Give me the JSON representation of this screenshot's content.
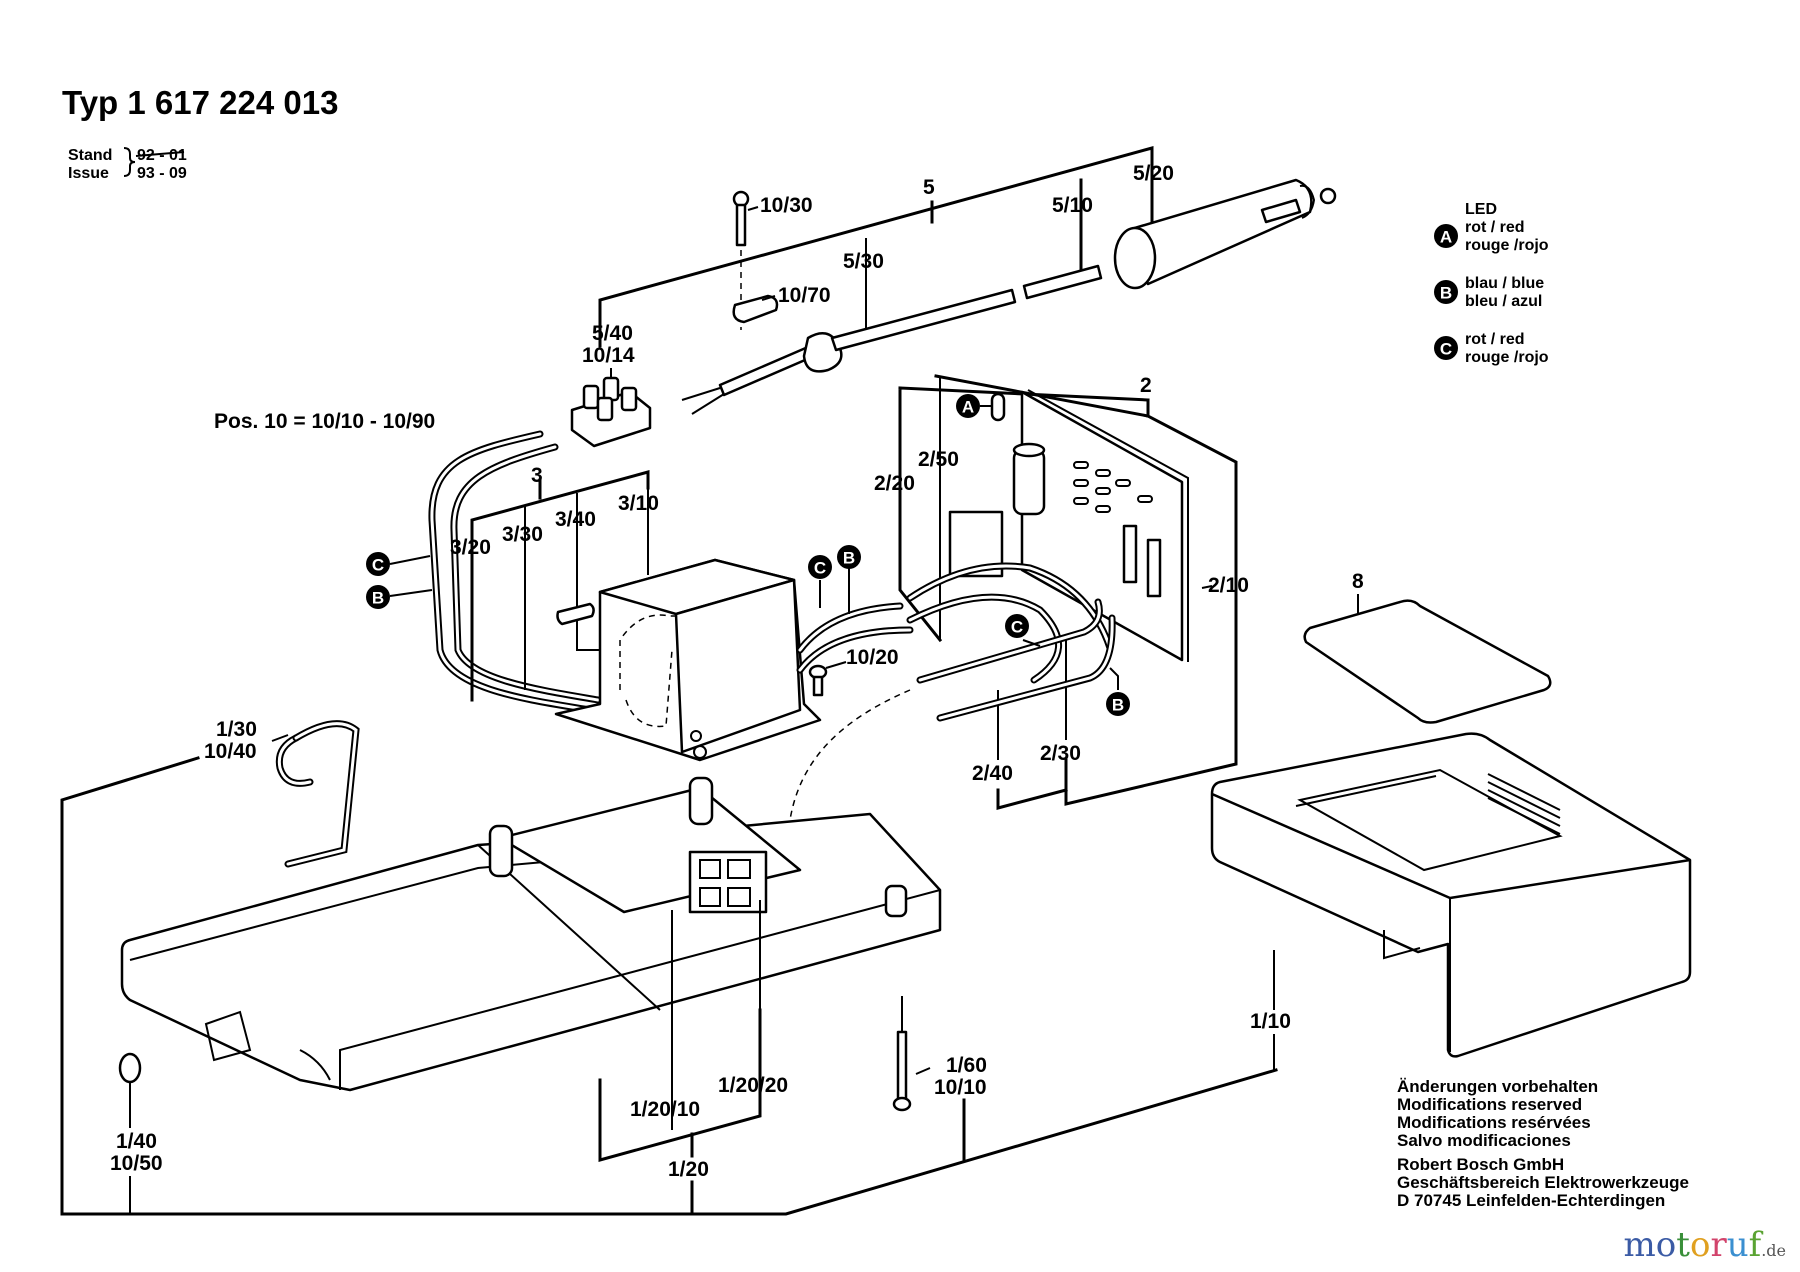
{
  "header": {
    "title": "Typ 1 617 224 013",
    "stand_label": "Stand",
    "issue_label": "Issue",
    "stand_value": "92 - 01",
    "issue_value": "93 - 09"
  },
  "legend": {
    "heading": "LED",
    "items": [
      {
        "marker": "A",
        "line1": "rot / red",
        "line2": "rouge /rojo"
      },
      {
        "marker": "B",
        "line1": "blau / blue",
        "line2": "bleu / azul"
      },
      {
        "marker": "C",
        "line1": "rot / red",
        "line2": "rouge /rojo"
      }
    ]
  },
  "pos_note": "Pos. 10 = 10/10 - 10/90",
  "part_labels": {
    "p5": "5",
    "p5_10": "5/10",
    "p5_20": "5/20",
    "p5_30": "5/30",
    "p5_40": "5/40",
    "p10_14": "10/14",
    "p10_30": "10/30",
    "p10_70": "10/70",
    "p2": "2",
    "p2_10": "2/10",
    "p2_20": "2/20",
    "p2_30": "2/30",
    "p2_40": "2/40",
    "p2_50": "2/50",
    "p3": "3",
    "p3_10": "3/10",
    "p3_20": "3/20",
    "p3_30": "3/30",
    "p3_40": "3/40",
    "p10_20": "10/20",
    "p8": "8",
    "p1_10": "1/10",
    "p1_20": "1/20",
    "p1_20_10": "1/20/10",
    "p1_20_20": "1/20/20",
    "p1_30": "1/30",
    "p10_40": "10/40",
    "p1_40": "1/40",
    "p10_50": "10/50",
    "p1_60": "1/60",
    "p10_10": "10/10"
  },
  "wire_markers": {
    "A": "A",
    "B": "B",
    "C": "C"
  },
  "footer": {
    "notice_lines": [
      "Änderungen vorbehalten",
      "Modifications reserved",
      "Modifications resérvées",
      "Salvo modificaciones"
    ],
    "company_lines": [
      "Robert Bosch GmbH",
      "Geschäftsbereich Elektrowerkzeuge",
      "D 70745 Leinfelden-Echterdingen"
    ]
  },
  "watermark": {
    "letters": [
      "m",
      "o",
      "t",
      "o",
      "r",
      "u",
      "f"
    ],
    "colors": [
      "#3b5ba5",
      "#3b5ba5",
      "#3a8f3a",
      "#e0a020",
      "#d2436b",
      "#3b8fd0",
      "#5aa332"
    ],
    "suffix": ".de"
  }
}
